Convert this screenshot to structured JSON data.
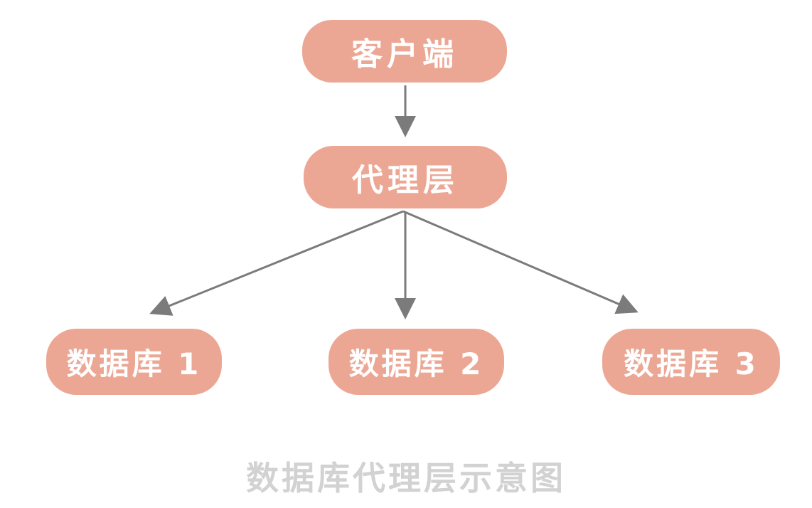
{
  "diagram": {
    "title": "数据库代理层示意图",
    "nodes": {
      "client": {
        "label": "客户端"
      },
      "proxy": {
        "label": "代理层"
      },
      "db1": {
        "label": "数据库 1"
      },
      "db2": {
        "label": "数据库 2"
      },
      "db3": {
        "label": "数据库 3"
      }
    },
    "edges": [
      {
        "from": "client",
        "to": "proxy"
      },
      {
        "from": "proxy",
        "to": "db1"
      },
      {
        "from": "proxy",
        "to": "db2"
      },
      {
        "from": "proxy",
        "to": "db3"
      }
    ],
    "colors": {
      "node_fill": "#ECA794",
      "node_text": "#FFFFFF",
      "arrow": "#7B7B7B",
      "caption_text": "#D2D2D2",
      "background": "#FFFFFF"
    }
  }
}
